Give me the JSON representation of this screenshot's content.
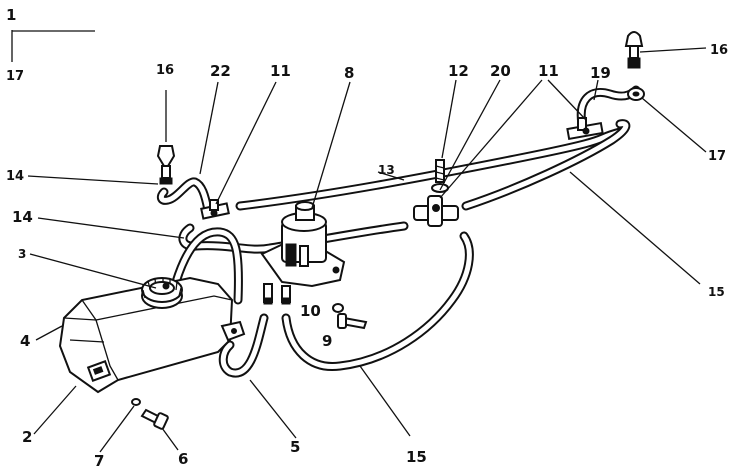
{
  "labels": {
    "l1": "1",
    "l17a": "17",
    "l16a": "16",
    "l22": "22",
    "l11a": "11",
    "l8": "8",
    "l12": "12",
    "l20": "20",
    "l11b": "11",
    "l19": "19",
    "l16b": "16",
    "l17b": "17",
    "l14a": "14",
    "l13": "13",
    "l14b": "14",
    "l3": "3",
    "l15a": "15",
    "l10": "10",
    "l9": "9",
    "l4": "4",
    "l2": "2",
    "l5": "5",
    "l15b": "15",
    "l7": "7",
    "l6": "6"
  }
}
